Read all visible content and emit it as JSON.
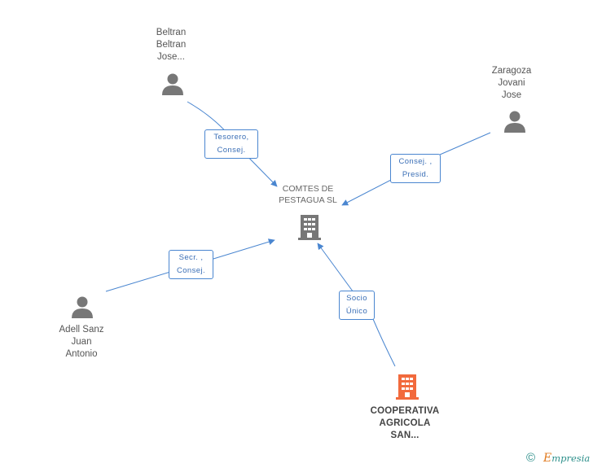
{
  "diagram": {
    "center": {
      "lines": [
        "COMTES DE",
        "PESTAGUA SL"
      ]
    },
    "people": [
      {
        "id": "beltran",
        "lines": [
          "Beltran",
          "Beltran",
          "Jose..."
        ],
        "role": [
          "Tesorero,",
          "Consej."
        ]
      },
      {
        "id": "zaragoza",
        "lines": [
          "Zaragoza",
          "Jovani",
          "Jose"
        ],
        "role": [
          "Consej. ,",
          "Presid."
        ]
      },
      {
        "id": "adell",
        "lines": [
          "Adell Sanz",
          "Juan",
          "Antonio"
        ],
        "role": [
          "Secr. ,",
          "Consej."
        ]
      }
    ],
    "parent_company": {
      "lines": [
        "COOPERATIVA",
        "AGRICOLA",
        "SAN..."
      ],
      "role": [
        "Socio",
        "Único"
      ]
    }
  },
  "colors": {
    "edge": "#4a86d0",
    "person_icon": "#777777",
    "building_icon": "#777777",
    "highlight_building": "#f26a3d"
  },
  "icons": {
    "person": "person-icon",
    "building": "building-icon"
  },
  "footer": {
    "copyright": "©",
    "brand_initial": "E",
    "brand_rest": "mpresia"
  }
}
